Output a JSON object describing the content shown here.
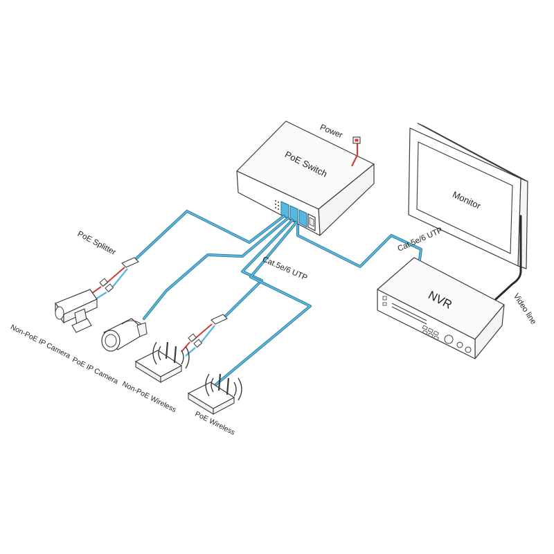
{
  "labels": {
    "poe_switch": "PoE Switch",
    "power": "Power",
    "monitor": "Monitor",
    "nvr": "NVR",
    "cable_top": "Cat.5e/6 UTP",
    "cable_mid": "Cat.5e/6 UTP",
    "video_line": "Video line",
    "poe_splitter": "PoE Splitter",
    "non_poe_ip_camera": "Non-PoE IP Camera",
    "poe_ip_camera": "PoE IP Camera",
    "non_poe_wireless": "Non-PoE Wireless",
    "poe_wireless": "PoE Wireless"
  },
  "colors": {
    "cable": "#55b8de",
    "power_line": "#d23a3a",
    "outline": "#3a3a3a",
    "video_line": "#2a2a2a"
  }
}
